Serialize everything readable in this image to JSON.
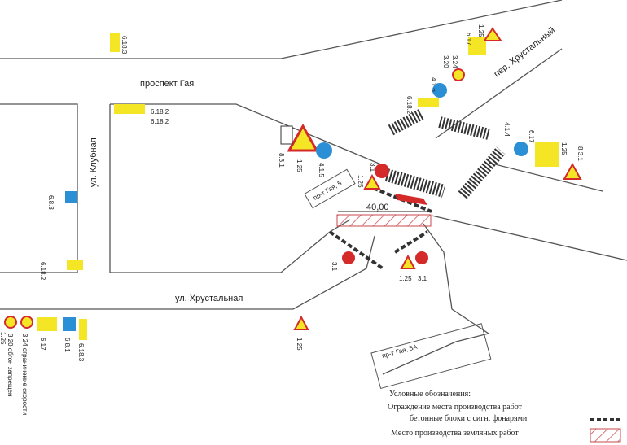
{
  "streets": {
    "prospekt": "проспект Гая",
    "klubnaya": "ул. Клубная",
    "khrustalnaya": "ул. Хрустальная",
    "pereulok": "пер. Хрустальный"
  },
  "buildings": {
    "b5": "пр-т Гая, 5",
    "b5a": "пр-т Гая, 5А"
  },
  "dimension": "40,00",
  "signs": {
    "s1": "6.18.3",
    "s2": "6.18.2",
    "s3": "6.8.3",
    "s4": "6.18.2",
    "s5": "4.1.6",
    "s6": "6.18.2",
    "s7": "6.17",
    "s8": "1.25",
    "s9": "3.24",
    "s10": "3.20",
    "s11": "8.3.1",
    "s12": "1.25",
    "s13": "4.1.5",
    "s14": "4.1.4",
    "s15": "6.17",
    "s16": "1.25",
    "s17": "8.3.1",
    "s18": "3.1",
    "s19": "1.25",
    "s20": "3.1",
    "s21": "1.25",
    "s22": "3.1",
    "s23": "1.25",
    "s24": "3.20 обгон запрещен",
    "s25": "3.24 ограничение скорости",
    "s26": "6.17",
    "s27": "6.8.1",
    "s28": "6.18.3",
    "s29": "1.25",
    "s30": "6.18.2"
  },
  "legend": {
    "title": "Условные обозначения:",
    "fence_line1": "Ограждение места производства работ",
    "fence_line2": "бетонные блоки с сигн. фонарями",
    "earthworks": "Место производства земляных работ"
  },
  "colors": {
    "sign_yellow": "#f5e625",
    "sign_blue": "#2b8fd6",
    "sign_red": "#d42a2a",
    "hatch": "#c9474a"
  }
}
